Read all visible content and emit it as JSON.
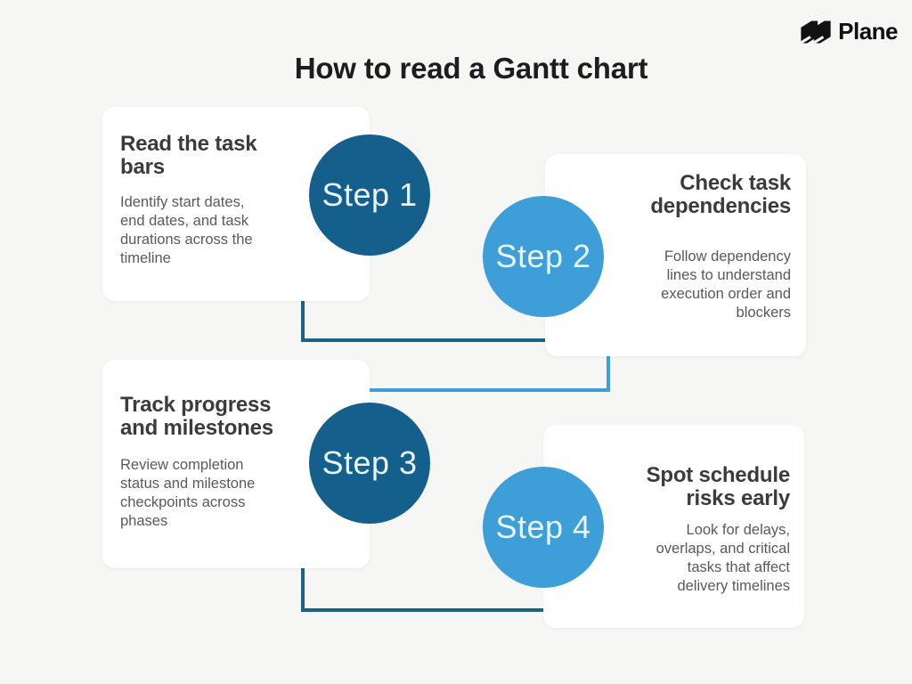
{
  "title": "How to read a Gantt chart",
  "brand": {
    "name": "Plane",
    "icon": "plane-logo-icon"
  },
  "colors": {
    "background": "#f6f6f4",
    "card": "#ffffff",
    "dark_step_circle": "#155f8d",
    "light_step_circle": "#3e9ed8",
    "dark_connector": "#1b6284",
    "light_connector": "#3e9ed8",
    "title_text": "#1d1d1f",
    "heading_text": "#3b3b3b",
    "body_text": "#595959",
    "circle_text": "#e8f3fa"
  },
  "steps": [
    {
      "badge": "Step 1",
      "badge_color": "#155f8d",
      "heading": "Read the task\nbars",
      "body": "Identify start dates,\nend dates, and task\ndurations across the\ntimeline",
      "align": "left"
    },
    {
      "badge": "Step 2",
      "badge_color": "#3e9ed8",
      "heading": "Check task\ndependencies",
      "body": "Follow dependency\nlines to understand\nexecution order and\nblockers",
      "align": "right"
    },
    {
      "badge": "Step 3",
      "badge_color": "#155f8d",
      "heading": "Track progress\nand milestones",
      "body": "Review completion\nstatus and milestone\ncheckpoints across\nphases",
      "align": "left"
    },
    {
      "badge": "Step 4",
      "badge_color": "#3e9ed8",
      "heading": "Spot schedule\nrisks early",
      "body": "Look for delays,\noverlaps, and critical\ntasks that affect\ndelivery timelines",
      "align": "right"
    }
  ],
  "connectors": [
    {
      "from": "step-1-card",
      "to": "step-2",
      "color": "#1b6284"
    },
    {
      "from": "step-2-card",
      "to": "step-3-card",
      "color": "#3e9ed8"
    },
    {
      "from": "step-3-card",
      "to": "step-4",
      "color": "#1b6284"
    }
  ]
}
